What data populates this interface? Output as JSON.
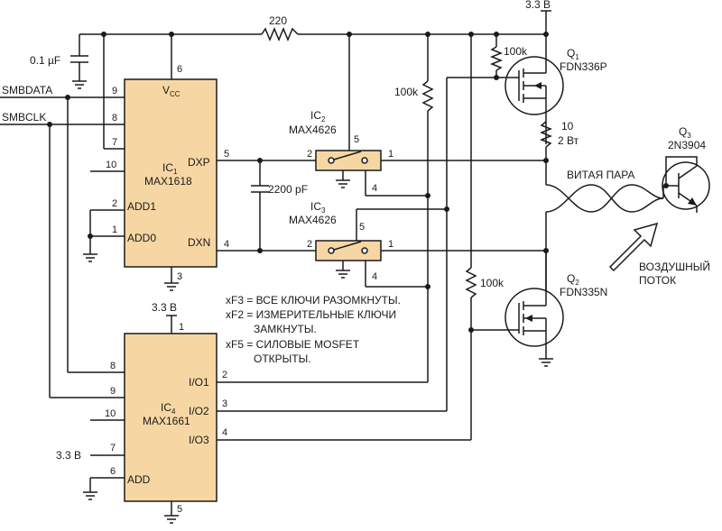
{
  "supply": {
    "top_rail": "3.3 В",
    "ic4_rail": "3.3 В",
    "ic4_pin7": "3.3 В"
  },
  "signals": {
    "smbdata": "SMBDATA",
    "smbclk": "SMBCLK"
  },
  "passives": {
    "cap_decoupling": "0.1 µF",
    "res_top": "220",
    "cap_filter": "2200 pF",
    "pullup_ic2": "100k",
    "pullup_q1": "100k",
    "pullup_q2": "100k",
    "heater_val": "10",
    "heater_power": "2 Вт"
  },
  "ic1": {
    "ref": "IC",
    "sub": "1",
    "part": "MAX1618",
    "vcc": "V",
    "vcc_sub": "CC",
    "dxp": "DXP",
    "dxn": "DXN",
    "add1": "ADD1",
    "add0": "ADD0",
    "pins": {
      "p6": "6",
      "p9": "9",
      "p8": "8",
      "p7": "7",
      "p10": "10",
      "p2": "2",
      "p1": "1",
      "p5": "5",
      "p4": "4",
      "p3": "3"
    }
  },
  "ic2": {
    "ref": "IC",
    "sub": "2",
    "part": "MAX4626",
    "pins": {
      "p5": "5",
      "p2": "2",
      "p1": "1",
      "p4": "4"
    }
  },
  "ic3": {
    "ref": "IC",
    "sub": "3",
    "part": "MAX4626",
    "pins": {
      "p5": "5",
      "p2": "2",
      "p1": "1",
      "p4": "4"
    }
  },
  "ic4": {
    "ref": "IC",
    "sub": "4",
    "part": "MAX1661",
    "io1": "I/O1",
    "io2": "I/O2",
    "io3": "I/O3",
    "add": "ADD",
    "pins": {
      "p1": "1",
      "p8": "8",
      "p9": "9",
      "p10": "10",
      "p7": "7",
      "p6": "6",
      "p5": "5",
      "p2": "2",
      "p3": "3",
      "p4": "4"
    }
  },
  "q1": {
    "ref": "Q",
    "sub": "1",
    "part": "FDN336P"
  },
  "q2": {
    "ref": "Q",
    "sub": "2",
    "part": "FDN335N"
  },
  "q3": {
    "ref": "Q",
    "sub": "3",
    "part": "2N3904"
  },
  "labels": {
    "twisted_pair": "ВИТАЯ ПАРА",
    "airflow_1": "ВОЗДУШНЫЙ",
    "airflow_2": "ПОТОК"
  },
  "notes": [
    "xF3 = ВСЕ КЛЮЧИ РАЗОМКНУТЫ.",
    "xF2 = ИЗМЕРИТЕЛЬНЫЕ КЛЮЧИ",
    "ЗАМКНУТЫ.",
    "xF5 = СИЛОВЫЕ MOSFET",
    "ОТКРЫТЫ."
  ],
  "colors": {
    "chip_fill": "#f6d7a4",
    "wire": "#1a1a1a"
  }
}
